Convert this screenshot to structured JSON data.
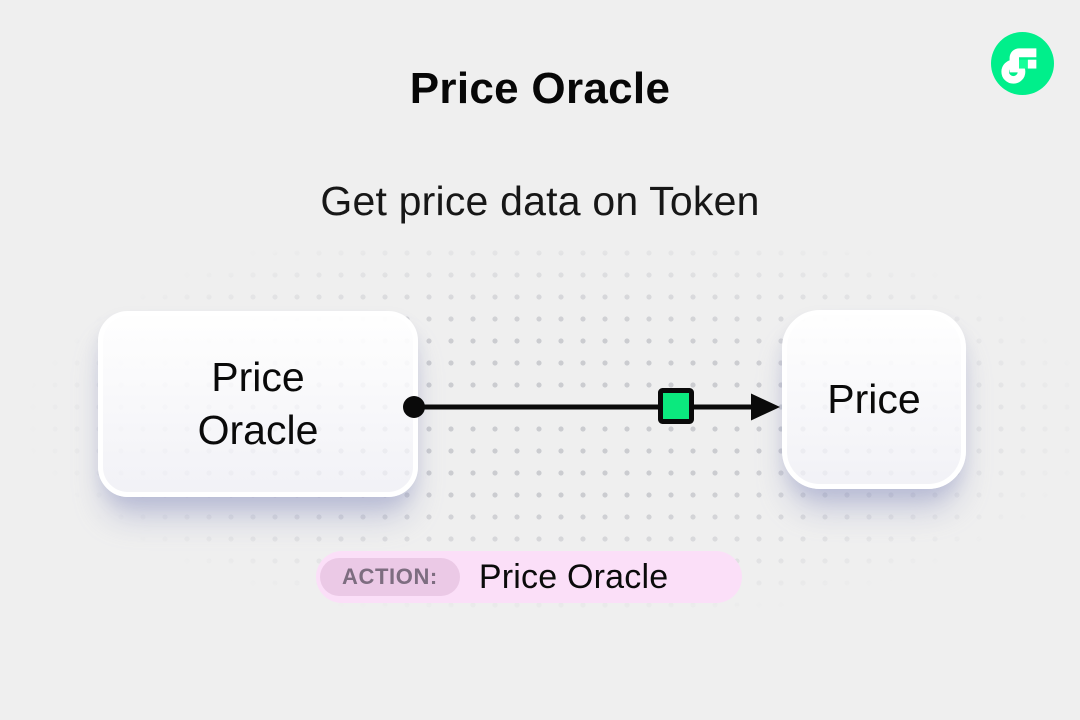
{
  "header": {
    "title": "Price Oracle",
    "subtitle": "Get price data on Token"
  },
  "logo": {
    "name": "Flow",
    "icon": "flow-logo-icon"
  },
  "diagram": {
    "source_node": {
      "label": "Price\nOracle"
    },
    "target_node": {
      "label": "Price"
    },
    "connector": {
      "start": "dot",
      "handle": "green-square",
      "end": "arrowhead"
    }
  },
  "action_bar": {
    "label": "ACTION:",
    "value": "Price Oracle"
  },
  "colors": {
    "bg": "#efefef",
    "flow_green": "#00EF8B",
    "flow_notch": "#16FF99",
    "square_green": "#0BE97E",
    "line_black": "#0a0a0a",
    "pill_bg": "#FBDFF8",
    "pill_label_bg": "#EBC9E6",
    "pill_label_text": "#7D6D80"
  }
}
